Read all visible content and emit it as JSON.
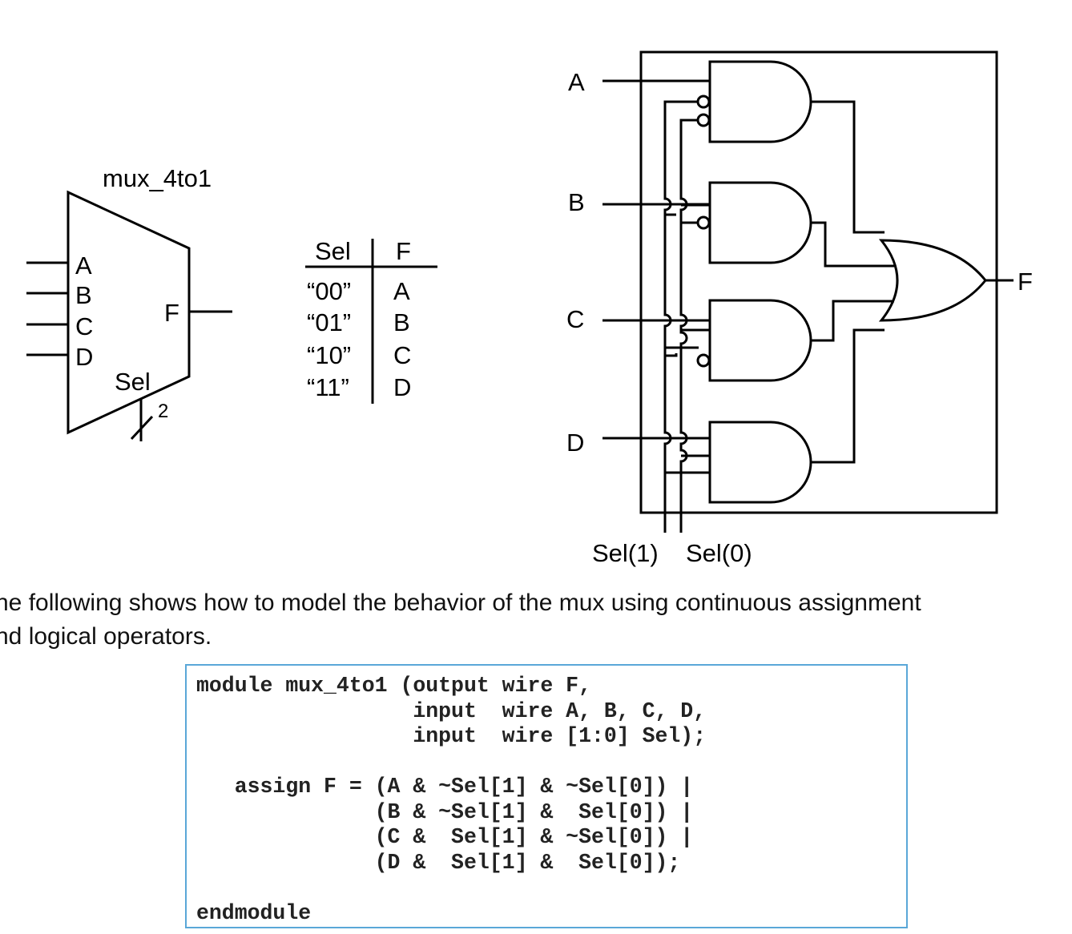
{
  "mux_block": {
    "title": "mux_4to1",
    "inputs": [
      "A",
      "B",
      "C",
      "D"
    ],
    "output": "F",
    "sel_label": "Sel",
    "bus_width": "2"
  },
  "truth_table": {
    "headers": [
      "Sel",
      "F"
    ],
    "rows": [
      {
        "sel": "“00”",
        "f": "A"
      },
      {
        "sel": "“01”",
        "f": "B"
      },
      {
        "sel": "“10”",
        "f": "C"
      },
      {
        "sel": "“11”",
        "f": "D"
      }
    ]
  },
  "gate_schematic": {
    "inputs": [
      "A",
      "B",
      "C",
      "D"
    ],
    "output": "F",
    "select_lines": [
      "Sel(1)",
      "Sel(0)"
    ]
  },
  "paragraph": {
    "line1": "he following shows how to model the behavior of the mux using continuous assignment",
    "line2": "nd logical operators."
  },
  "code": {
    "lines": [
      "module mux_4to1 (output wire F,",
      "                 input  wire A, B, C, D,",
      "                 input  wire [1:0] Sel);",
      "",
      "   assign F = (A & ~Sel[1] & ~Sel[0]) |",
      "              (B & ~Sel[1] &  Sel[0]) |",
      "              (C &  Sel[1] & ~Sel[0]) |",
      "              (D &  Sel[1] &  Sel[0]);",
      "",
      "endmodule"
    ]
  }
}
